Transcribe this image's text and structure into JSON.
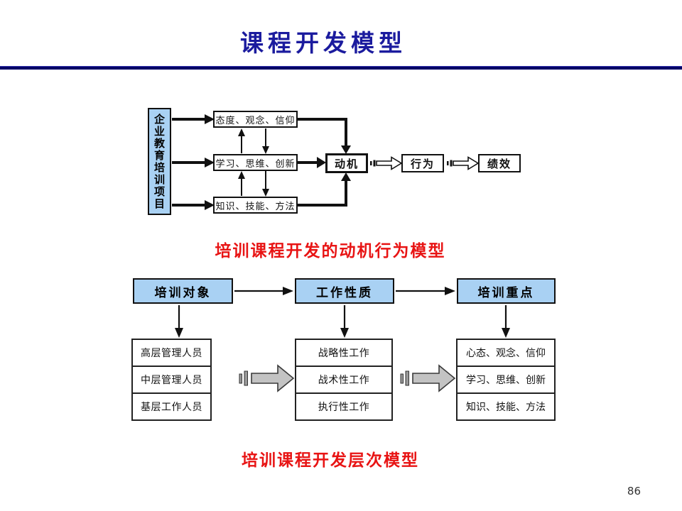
{
  "slide": {
    "title": "课程开发模型",
    "page_number": "86",
    "colors": {
      "title_navy": "#1b1b9e",
      "divider_navy": "#000066",
      "caption_red": "#e81414",
      "box_blue": "#a9d1f3",
      "arrow_gray": "#c3c3c3"
    }
  },
  "diagram1": {
    "caption": "培训课程开发的动机行为模型",
    "source_box": "企业教育培训项目",
    "factor_boxes": [
      "态度、观念、信仰",
      "学习、思维、创新",
      "知识、技能、方法"
    ],
    "chain_boxes": [
      "动机",
      "行为",
      "绩效"
    ]
  },
  "diagram2": {
    "caption": "培训课程开发层次模型",
    "headers": [
      "培训对象",
      "工作性质",
      "培训重点"
    ],
    "columns": [
      [
        "高层管理人员",
        "中层管理人员",
        "基层工作人员"
      ],
      [
        "战略性工作",
        "战术性工作",
        "执行性工作"
      ],
      [
        "心态、观念、信仰",
        "学习、思维、创新",
        "知识、技能、方法"
      ]
    ]
  }
}
